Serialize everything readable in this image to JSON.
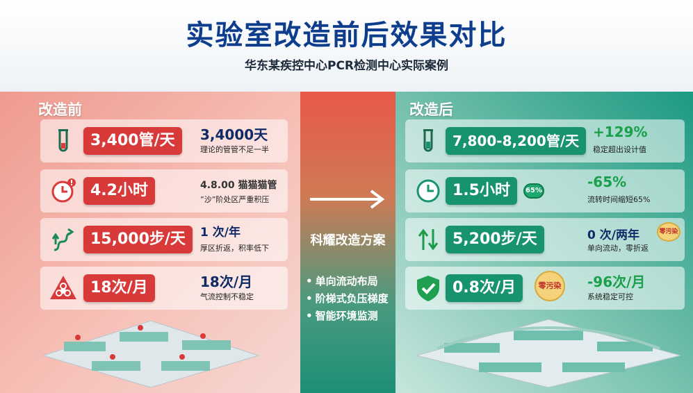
{
  "header": {
    "title": "实验室改造前后效果对比",
    "subtitle": "华东某疾控中心PCR检测中心实际案例"
  },
  "before": {
    "label": "改造前",
    "rows": [
      {
        "icon": "test-tube-icon",
        "value": "3,400管/天",
        "side_big": "3,4000天",
        "side_small": "理论的管管不足一半"
      },
      {
        "icon": "clock-alert-icon",
        "value": "4.2小时",
        "side_big": "4.8.00 猫猫猫管",
        "side_small": "”沙”阶处区严重积压"
      },
      {
        "icon": "winding-path-icon",
        "value": "15,000步/天",
        "side_big": "1 次/年",
        "side_small": "厚区折返，积率低下"
      },
      {
        "icon": "biohazard-icon",
        "value": "18次/月",
        "side_big": "18次/月",
        "side_small": "气流控制不稳定"
      }
    ]
  },
  "solution": {
    "title": "科耀改造方案",
    "items": [
      "单向流动布局",
      "阶梯式负压梯度",
      "智能环境监测"
    ]
  },
  "after": {
    "label": "改造后",
    "rows": [
      {
        "icon": "test-tube-icon",
        "value": "7,800-8,200管/天",
        "side_big": "+129%",
        "side_small": "稳定超出设计值"
      },
      {
        "icon": "clock-icon",
        "value": "1.5小时",
        "badge": "65%",
        "side_big": "-65%",
        "side_small": "流转时间缩短65%"
      },
      {
        "icon": "up-down-arrows-icon",
        "value": "5,200步/天",
        "side_big": "0 次/两年",
        "badge": "零污染",
        "side_small": "单向流动，零折返"
      },
      {
        "icon": "shield-check-icon",
        "value": "0.8次/月",
        "badge": "零污染",
        "side_big": "-96次/月",
        "side_small": "系统稳定可控"
      }
    ]
  },
  "colors": {
    "title": "#0d3d8c",
    "red": "#d83a3a",
    "green": "#17946f",
    "accent_green_text": "#18a04a",
    "navy_text": "#0f2a66"
  }
}
